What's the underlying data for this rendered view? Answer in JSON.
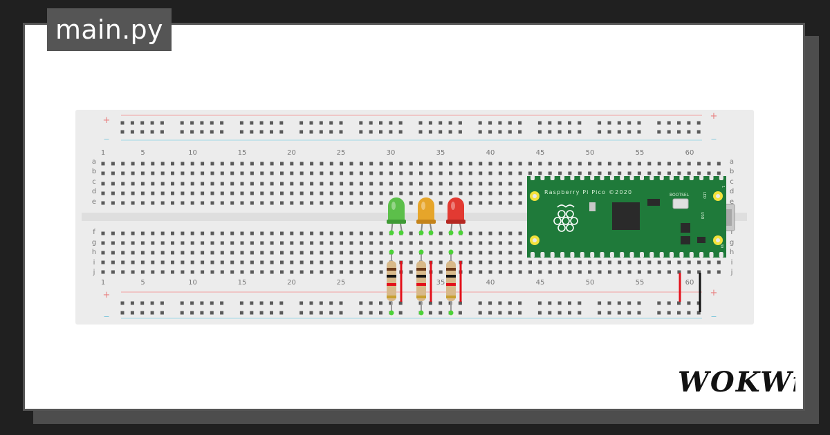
{
  "window": {
    "file_title": "main.py"
  },
  "breadboard": {
    "rail_labels": {
      "plus": "+",
      "minus": "−"
    },
    "row_letters_top": [
      "a",
      "b",
      "c",
      "d",
      "e"
    ],
    "row_letters_bottom": [
      "f",
      "g",
      "h",
      "i",
      "j"
    ],
    "column_numbers": [
      "1",
      "5",
      "10",
      "15",
      "20",
      "25",
      "30",
      "35",
      "40",
      "45",
      "50",
      "55",
      "60"
    ]
  },
  "components": {
    "leds": [
      {
        "name": "green",
        "color": "#5cbf4a",
        "dark": "#3f9a35"
      },
      {
        "name": "amber",
        "color": "#e6a52a",
        "dark": "#c4831a"
      },
      {
        "name": "red",
        "color": "#e23a32",
        "dark": "#b52822"
      }
    ],
    "pico": {
      "board_text": "Raspberry Pi Pico ©2020",
      "bootsel_label": "BOOTSEL",
      "led_label": "LED",
      "usb_label": "USB",
      "pin_label_top": "1",
      "pin_label_bottom": "39"
    }
  },
  "brand": {
    "logo_text": "WOKWi"
  },
  "colors": {
    "background": "#202020",
    "card": "#ffffff",
    "frame": "#555555",
    "breadboard": "#ececec",
    "pico_green": "#1f7a3a",
    "wire_red": "#e3101a",
    "wire_black": "#111111",
    "rail_red_line": "#f2a0a0",
    "rail_blue_line": "#9fd7e6"
  }
}
